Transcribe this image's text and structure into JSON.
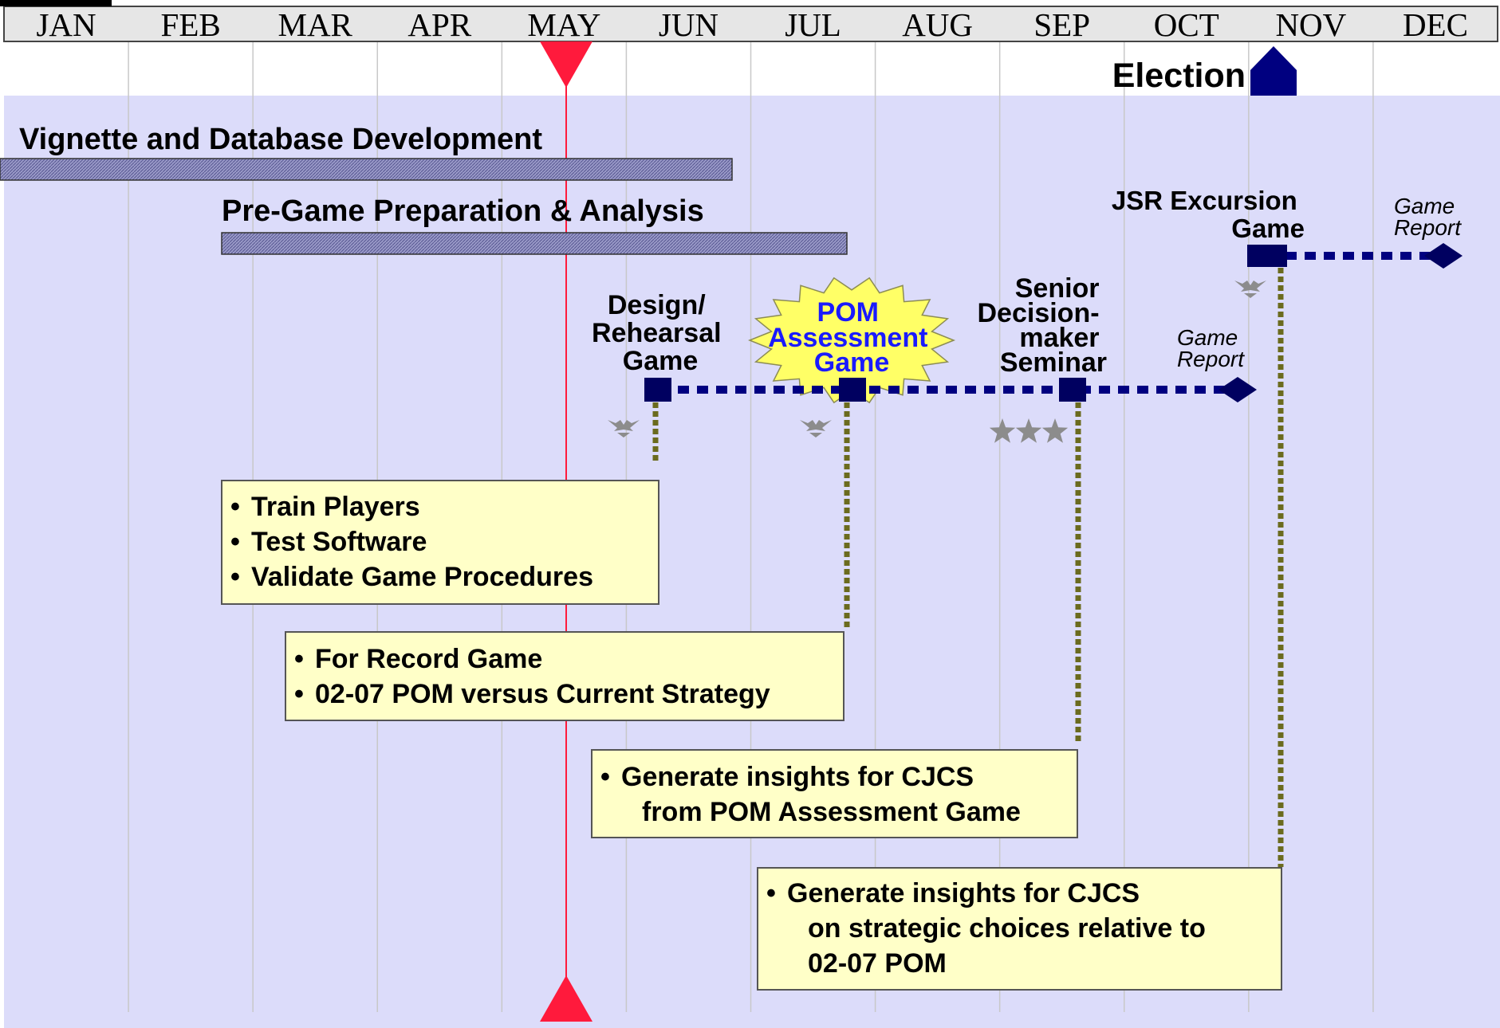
{
  "months": [
    "JAN",
    "FEB",
    "MAR",
    "APR",
    "MAY",
    "JUN",
    "JUL",
    "AUG",
    "SEP",
    "OCT",
    "NOV",
    "DEC"
  ],
  "milestones": {
    "current": {
      "month": "MAY",
      "color": "#ff1a3c"
    },
    "election": {
      "label": "Election",
      "month": "NOV",
      "color": "#000080"
    }
  },
  "bars": [
    {
      "label": "Vignette and Database Development",
      "start": "JAN",
      "end": "JUN"
    },
    {
      "label": "Pre-Game Preparation & Analysis",
      "start": "MAR",
      "end": "JUL"
    }
  ],
  "events": [
    {
      "label_lines": [
        "Design/",
        "Rehearsal",
        "Game"
      ],
      "month": "JUN",
      "rank_icon": "eagle-icon"
    },
    {
      "label_lines": [
        "POM",
        "Assessment",
        "Game"
      ],
      "month": "JUL",
      "rank_icon": "eagle-icon",
      "highlight": true,
      "label_color": "#1a1aff",
      "burst_color": "#ffff66"
    },
    {
      "label_lines": [
        "Senior",
        "Decision-",
        "maker",
        "Seminar"
      ],
      "month": "SEP",
      "rank_icon": "three-stars-icon"
    },
    {
      "label_lines": [
        "JSR Excursion",
        "Game"
      ],
      "month": "NOV",
      "rank_icon": "eagle-icon"
    }
  ],
  "reports": [
    {
      "label_lines": [
        "Game",
        "Report"
      ],
      "month": "OCT"
    },
    {
      "label_lines": [
        "Game",
        "Report"
      ],
      "month": "DEC"
    }
  ],
  "notes": [
    {
      "items": [
        "Train Players",
        "Test Software",
        "Validate Game Procedures"
      ]
    },
    {
      "items": [
        "For Record Game",
        "02-07 POM versus Current Strategy"
      ]
    },
    {
      "items": [
        "Generate insights for CJCS",
        "from POM Assessment Game"
      ]
    },
    {
      "items": [
        "Generate insights for CJCS",
        "on strategic choices relative to",
        "02-07 POM"
      ]
    }
  ],
  "colors": {
    "plot_bg": "#dcdcfa",
    "header_bg": "#e6e6e6",
    "event_marker": "#000060",
    "dotted_line": "#000080",
    "connector": "#6b6b1e",
    "note_bg": "#ffffc8",
    "rank_icon": "#8c8c8c"
  }
}
